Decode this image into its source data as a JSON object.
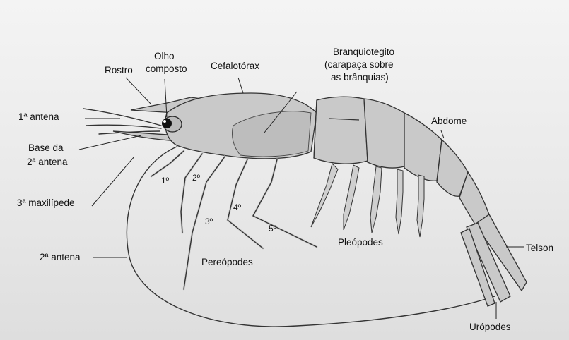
{
  "labels": {
    "rostro": "Rostro",
    "olho_1": "Olho",
    "olho_2": "composto",
    "cefalotorax": "Cefalotórax",
    "branq_1": "Branquiotegito",
    "branq_2": "(carapaça sobre",
    "branq_3": "as brânquias)",
    "antena1": "1ª antena",
    "base_1": "Base da",
    "base_2": "2ª antena",
    "maxilipede": "3ª maxilípede",
    "antena2": "2ª antena",
    "abdome": "Abdome",
    "telson": "Telson",
    "uropodes": "Urópodes",
    "pleopodes": "Pleópodes",
    "pereopodes": "Pereópodes"
  },
  "leg_numbers": [
    "1º",
    "2º",
    "3º",
    "4º",
    "5º"
  ],
  "colors": {
    "body": "#c9c9c9",
    "ink": "#111111",
    "background": "#ececec"
  }
}
